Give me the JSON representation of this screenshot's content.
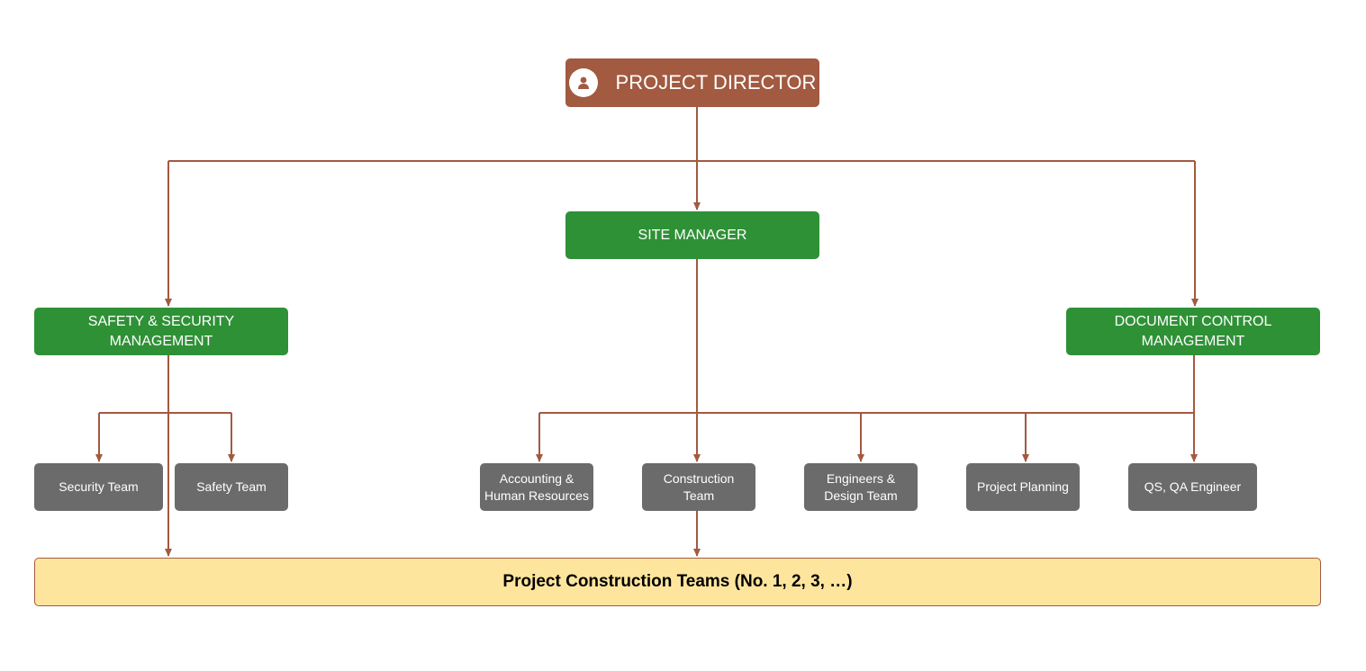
{
  "director": {
    "label": "PROJECT DIRECTOR",
    "icon": "person-icon"
  },
  "site_manager": {
    "label": "SITE MANAGER"
  },
  "safety_security": {
    "label": "SAFETY & SECURITY\nMANAGEMENT"
  },
  "document_control": {
    "label": "DOCUMENT CONTROL\nMANAGEMENT"
  },
  "teams": {
    "security": "Security Team",
    "safety": "Safety Team",
    "accounting": "Accounting &\nHuman Resources",
    "construction": "Construction\nTeam",
    "engineers": "Engineers &\nDesign Team",
    "planning": "Project Planning",
    "qs": "QS, QA Engineer"
  },
  "bottom_bar": {
    "label": "Project Construction Teams (No. 1, 2, 3, …)"
  },
  "colors": {
    "director": "#a25a40",
    "management": "#2f9136",
    "team": "#6b6b6b",
    "bottom_bar": "#fee59d",
    "connector": "#a25a40"
  }
}
